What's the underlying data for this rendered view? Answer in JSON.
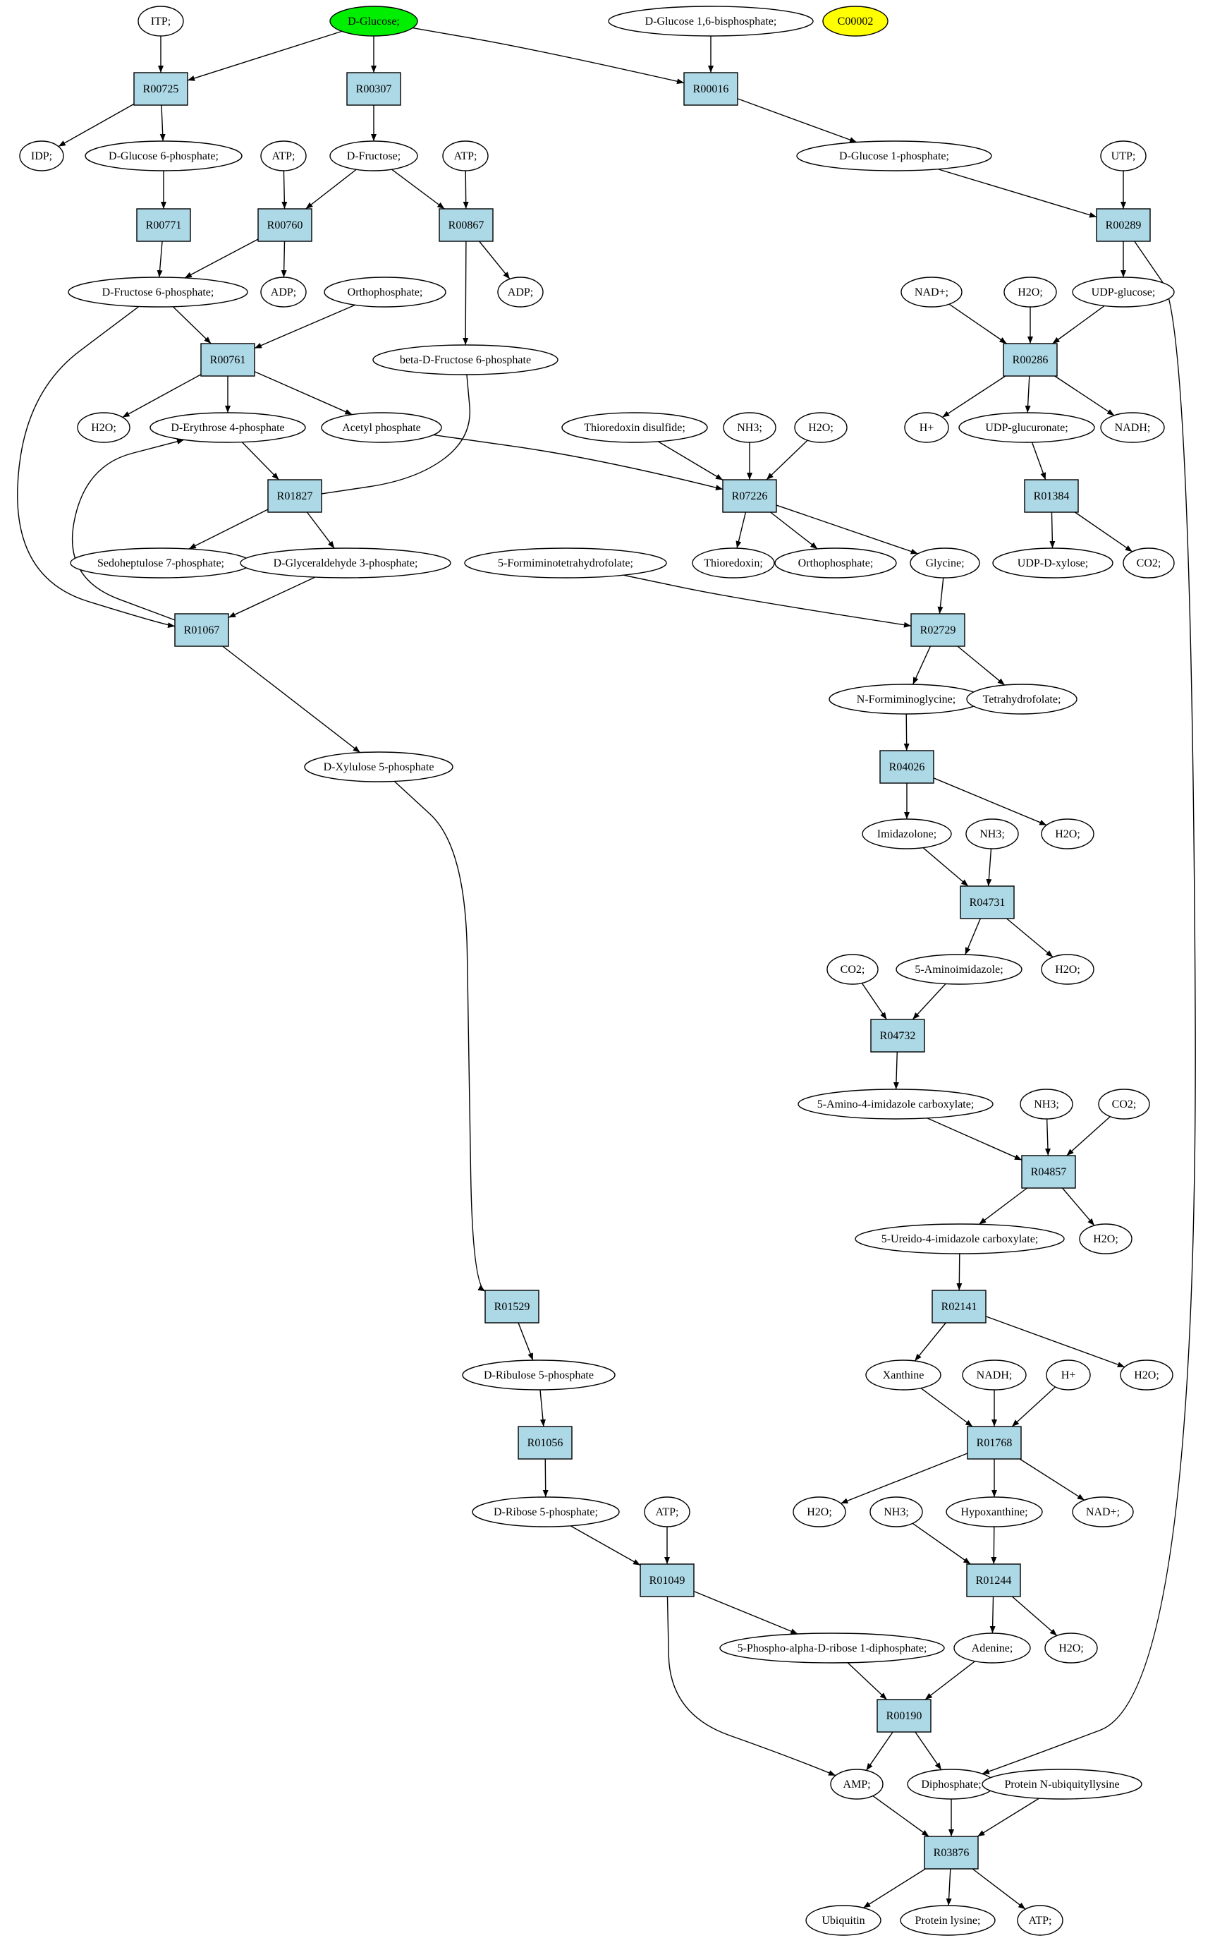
{
  "colors": {
    "reaction_fill": "#add8e6",
    "compound_fill": "#ffffff",
    "start_compound_fill": "#00ee00",
    "highlight_fill": "#ffff00",
    "line": "#000000"
  },
  "nodes": {
    "ITP": {
      "label": "ITP;",
      "kind": "compound"
    },
    "DGLC": {
      "label": "D-Glucose;",
      "kind": "compound",
      "fill": "start"
    },
    "DG16": {
      "label": "D-Glucose 1,6-bisphosphate;",
      "kind": "compound"
    },
    "C00002": {
      "label": "C00002",
      "kind": "compound",
      "fill": "highlight"
    },
    "R00725": {
      "label": "R00725",
      "kind": "reaction"
    },
    "R00307": {
      "label": "R00307",
      "kind": "reaction"
    },
    "R00016": {
      "label": "R00016",
      "kind": "reaction"
    },
    "IDP": {
      "label": "IDP;",
      "kind": "compound"
    },
    "DG6P": {
      "label": "D-Glucose 6-phosphate;",
      "kind": "compound"
    },
    "ATP1": {
      "label": "ATP;",
      "kind": "compound"
    },
    "DFRU": {
      "label": "D-Fructose;",
      "kind": "compound"
    },
    "ATP2": {
      "label": "ATP;",
      "kind": "compound"
    },
    "DG1P": {
      "label": "D-Glucose 1-phosphate;",
      "kind": "compound"
    },
    "UTP": {
      "label": "UTP;",
      "kind": "compound"
    },
    "R00771": {
      "label": "R00771",
      "kind": "reaction"
    },
    "R00760": {
      "label": "R00760",
      "kind": "reaction"
    },
    "R00867": {
      "label": "R00867",
      "kind": "reaction"
    },
    "R00289": {
      "label": "R00289",
      "kind": "reaction"
    },
    "DF6P": {
      "label": "D-Fructose 6-phosphate;",
      "kind": "compound"
    },
    "ADP1": {
      "label": "ADP;",
      "kind": "compound"
    },
    "ORTHO1": {
      "label": "Orthophosphate;",
      "kind": "compound"
    },
    "ADP2": {
      "label": "ADP;",
      "kind": "compound"
    },
    "NAD1": {
      "label": "NAD+;",
      "kind": "compound"
    },
    "H2O1": {
      "label": "H2O;",
      "kind": "compound"
    },
    "UDPG": {
      "label": "UDP-glucose;",
      "kind": "compound"
    },
    "BDF6P": {
      "label": "beta-D-Fructose 6-phosphate",
      "kind": "compound"
    },
    "R00761": {
      "label": "R00761",
      "kind": "reaction"
    },
    "R00286": {
      "label": "R00286",
      "kind": "reaction"
    },
    "H2O2": {
      "label": "H2O;",
      "kind": "compound"
    },
    "DE4P": {
      "label": "D-Erythrose 4-phosphate",
      "kind": "compound"
    },
    "ACP": {
      "label": "Acetyl phosphate",
      "kind": "compound"
    },
    "TRXDS": {
      "label": "Thioredoxin disulfide;",
      "kind": "compound"
    },
    "NH3a": {
      "label": "NH3;",
      "kind": "compound"
    },
    "H2O3": {
      "label": "H2O;",
      "kind": "compound"
    },
    "HP1": {
      "label": "H+",
      "kind": "compound"
    },
    "UDPGA": {
      "label": "UDP-glucuronate;",
      "kind": "compound"
    },
    "NADH1": {
      "label": "NADH;",
      "kind": "compound"
    },
    "R01827": {
      "label": "R01827",
      "kind": "reaction"
    },
    "R07226": {
      "label": "R07226",
      "kind": "reaction"
    },
    "R01384": {
      "label": "R01384",
      "kind": "reaction"
    },
    "S7P": {
      "label": "Sedoheptulose 7-phosphate;",
      "kind": "compound"
    },
    "GA3P": {
      "label": "D-Glyceraldehyde 3-phosphate;",
      "kind": "compound"
    },
    "FTHF": {
      "label": "5-Formiminotetrahydrofolate;",
      "kind": "compound"
    },
    "TRX": {
      "label": "Thioredoxin;",
      "kind": "compound"
    },
    "ORTHO2": {
      "label": "Orthophosphate;",
      "kind": "compound"
    },
    "GLY": {
      "label": "Glycine;",
      "kind": "compound"
    },
    "UDPX": {
      "label": "UDP-D-xylose;",
      "kind": "compound"
    },
    "CO2a": {
      "label": "CO2;",
      "kind": "compound"
    },
    "R01067": {
      "label": "R01067",
      "kind": "reaction"
    },
    "R02729": {
      "label": "R02729",
      "kind": "reaction"
    },
    "NFG": {
      "label": "N-Formiminoglycine;",
      "kind": "compound"
    },
    "THF": {
      "label": "Tetrahydrofolate;",
      "kind": "compound"
    },
    "DX5P": {
      "label": "D-Xylulose 5-phosphate",
      "kind": "compound"
    },
    "R04026": {
      "label": "R04026",
      "kind": "reaction"
    },
    "IMDZ": {
      "label": "Imidazolone;",
      "kind": "compound"
    },
    "NH3b": {
      "label": "NH3;",
      "kind": "compound"
    },
    "H2O4": {
      "label": "H2O;",
      "kind": "compound"
    },
    "R04731": {
      "label": "R04731",
      "kind": "reaction"
    },
    "CO2b": {
      "label": "CO2;",
      "kind": "compound"
    },
    "AIMD": {
      "label": "5-Aminoimidazole;",
      "kind": "compound"
    },
    "H2O5": {
      "label": "H2O;",
      "kind": "compound"
    },
    "R04732": {
      "label": "R04732",
      "kind": "reaction"
    },
    "AICX": {
      "label": "5-Amino-4-imidazole carboxylate;",
      "kind": "compound"
    },
    "NH3c": {
      "label": "NH3;",
      "kind": "compound"
    },
    "CO2c": {
      "label": "CO2;",
      "kind": "compound"
    },
    "R04857": {
      "label": "R04857",
      "kind": "reaction"
    },
    "UICX": {
      "label": "5-Ureido-4-imidazole carboxylate;",
      "kind": "compound"
    },
    "H2O6": {
      "label": "H2O;",
      "kind": "compound"
    },
    "R01529": {
      "label": "R01529",
      "kind": "reaction"
    },
    "R02141": {
      "label": "R02141",
      "kind": "reaction"
    },
    "DRU5P": {
      "label": "D-Ribulose 5-phosphate",
      "kind": "compound"
    },
    "XAN": {
      "label": "Xanthine",
      "kind": "compound"
    },
    "NADH2": {
      "label": "NADH;",
      "kind": "compound"
    },
    "HP2": {
      "label": "H+",
      "kind": "compound"
    },
    "H2O7": {
      "label": "H2O;",
      "kind": "compound"
    },
    "R01056": {
      "label": "R01056",
      "kind": "reaction"
    },
    "R01768": {
      "label": "R01768",
      "kind": "reaction"
    },
    "DR5P": {
      "label": "D-Ribose 5-phosphate;",
      "kind": "compound"
    },
    "ATP3": {
      "label": "ATP;",
      "kind": "compound"
    },
    "H2O8": {
      "label": "H2O;",
      "kind": "compound"
    },
    "NH3d": {
      "label": "NH3;",
      "kind": "compound"
    },
    "HYPX": {
      "label": "Hypoxanthine;",
      "kind": "compound"
    },
    "NAD2": {
      "label": "NAD+;",
      "kind": "compound"
    },
    "R01049": {
      "label": "R01049",
      "kind": "reaction"
    },
    "R01244": {
      "label": "R01244",
      "kind": "reaction"
    },
    "PRPP": {
      "label": "5-Phospho-alpha-D-ribose 1-diphosphate;",
      "kind": "compound"
    },
    "ADE": {
      "label": "Adenine;",
      "kind": "compound"
    },
    "H2O9": {
      "label": "H2O;",
      "kind": "compound"
    },
    "R00190": {
      "label": "R00190",
      "kind": "reaction"
    },
    "AMP": {
      "label": "AMP;",
      "kind": "compound"
    },
    "DIPH": {
      "label": "Diphosphate;",
      "kind": "compound"
    },
    "PNUL": {
      "label": "Protein N-ubiquityllysine",
      "kind": "compound"
    },
    "R03876": {
      "label": "R03876",
      "kind": "reaction"
    },
    "UBQ": {
      "label": "Ubiquitin",
      "kind": "compound"
    },
    "PLYS": {
      "label": "Protein lysine;",
      "kind": "compound"
    },
    "ATP4": {
      "label": "ATP;",
      "kind": "compound"
    }
  },
  "edges": [
    [
      "ITP",
      "R00725"
    ],
    [
      "DGLC",
      "R00725"
    ],
    [
      "DGLC",
      "R00307"
    ],
    [
      "DGLC",
      "R00016"
    ],
    [
      "DG16",
      "R00016"
    ],
    [
      "R00725",
      "IDP"
    ],
    [
      "R00725",
      "DG6P"
    ],
    [
      "R00307",
      "DFRU"
    ],
    [
      "R00016",
      "DG1P"
    ],
    [
      "DG6P",
      "R00771"
    ],
    [
      "ATP1",
      "R00760"
    ],
    [
      "DFRU",
      "R00760"
    ],
    [
      "DFRU",
      "R00867"
    ],
    [
      "ATP2",
      "R00867"
    ],
    [
      "DG1P",
      "R00289"
    ],
    [
      "UTP",
      "R00289"
    ],
    [
      "R00771",
      "DF6P"
    ],
    [
      "R00760",
      "DF6P"
    ],
    [
      "R00760",
      "ADP1"
    ],
    [
      "R00867",
      "ADP2"
    ],
    [
      "R00867",
      "BDF6P"
    ],
    [
      "R00289",
      "UDPG"
    ],
    [
      "R00289",
      "DIPH"
    ],
    [
      "DF6P",
      "R00761"
    ],
    [
      "ORTHO1",
      "R00761"
    ],
    [
      "DF6P",
      "R01067"
    ],
    [
      "NAD1",
      "R00286"
    ],
    [
      "H2O1",
      "R00286"
    ],
    [
      "UDPG",
      "R00286"
    ],
    [
      "R00761",
      "H2O2"
    ],
    [
      "R00761",
      "DE4P"
    ],
    [
      "R00761",
      "ACP"
    ],
    [
      "R00286",
      "HP1"
    ],
    [
      "R00286",
      "UDPGA"
    ],
    [
      "R00286",
      "NADH1"
    ],
    [
      "DE4P",
      "R01827"
    ],
    [
      "BDF6P",
      "R01827"
    ],
    [
      "ACP",
      "R07226"
    ],
    [
      "TRXDS",
      "R07226"
    ],
    [
      "NH3a",
      "R07226"
    ],
    [
      "H2O3",
      "R07226"
    ],
    [
      "UDPGA",
      "R01384"
    ],
    [
      "R01827",
      "S7P"
    ],
    [
      "R01827",
      "GA3P"
    ],
    [
      "R07226",
      "TRX"
    ],
    [
      "R07226",
      "ORTHO2"
    ],
    [
      "R07226",
      "GLY"
    ],
    [
      "R01384",
      "UDPX"
    ],
    [
      "R01384",
      "CO2a"
    ],
    [
      "GA3P",
      "R01067"
    ],
    [
      "R01067",
      "DE4P"
    ],
    [
      "R01067",
      "DX5P"
    ],
    [
      "FTHF",
      "R02729"
    ],
    [
      "GLY",
      "R02729"
    ],
    [
      "R02729",
      "NFG"
    ],
    [
      "R02729",
      "THF"
    ],
    [
      "NFG",
      "R04026"
    ],
    [
      "R04026",
      "IMDZ"
    ],
    [
      "R04026",
      "H2O4"
    ],
    [
      "IMDZ",
      "R04731"
    ],
    [
      "NH3b",
      "R04731"
    ],
    [
      "R04731",
      "AIMD"
    ],
    [
      "R04731",
      "H2O5"
    ],
    [
      "CO2b",
      "R04732"
    ],
    [
      "AIMD",
      "R04732"
    ],
    [
      "R04732",
      "AICX"
    ],
    [
      "AICX",
      "R04857"
    ],
    [
      "NH3c",
      "R04857"
    ],
    [
      "CO2c",
      "R04857"
    ],
    [
      "R04857",
      "UICX"
    ],
    [
      "R04857",
      "H2O6"
    ],
    [
      "DX5P",
      "R01529"
    ],
    [
      "UICX",
      "R02141"
    ],
    [
      "R02141",
      "XAN"
    ],
    [
      "R02141",
      "H2O7"
    ],
    [
      "R01529",
      "DRU5P"
    ],
    [
      "DRU5P",
      "R01056"
    ],
    [
      "XAN",
      "R01768"
    ],
    [
      "NADH2",
      "R01768"
    ],
    [
      "HP2",
      "R01768"
    ],
    [
      "R01056",
      "DR5P"
    ],
    [
      "R01768",
      "H2O8"
    ],
    [
      "R01768",
      "HYPX"
    ],
    [
      "R01768",
      "NAD2"
    ],
    [
      "DR5P",
      "R01049"
    ],
    [
      "ATP3",
      "R01049"
    ],
    [
      "NH3d",
      "R01244"
    ],
    [
      "HYPX",
      "R01244"
    ],
    [
      "R01049",
      "PRPP"
    ],
    [
      "R01049",
      "AMP"
    ],
    [
      "R01244",
      "ADE"
    ],
    [
      "R01244",
      "H2O9"
    ],
    [
      "PRPP",
      "R00190"
    ],
    [
      "ADE",
      "R00190"
    ],
    [
      "R00190",
      "AMP"
    ],
    [
      "R00190",
      "DIPH"
    ],
    [
      "AMP",
      "R03876"
    ],
    [
      "DIPH",
      "R03876"
    ],
    [
      "PNUL",
      "R03876"
    ],
    [
      "R03876",
      "UBQ"
    ],
    [
      "R03876",
      "PLYS"
    ],
    [
      "R03876",
      "ATP4"
    ]
  ]
}
